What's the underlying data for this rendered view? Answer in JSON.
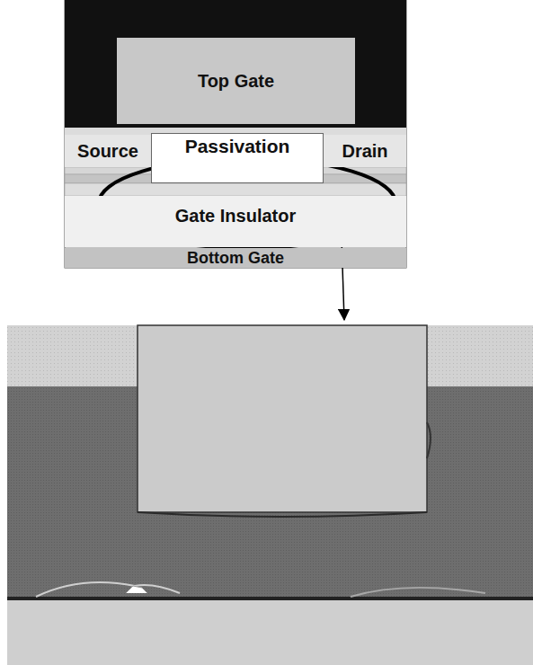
{
  "diagram": {
    "nodes": [
      {
        "text": [
          "Top Gate"
        ]
      },
      {
        "text": [
          "Source"
        ]
      },
      {
        "text": [
          "Passivation"
        ]
      },
      {
        "text": [
          "Drain"
        ]
      },
      {
        "text": [
          "Gate Insulator"
        ]
      },
      {
        "text": [
          "Bottom Gate"
        ]
      }
    ]
  }
}
